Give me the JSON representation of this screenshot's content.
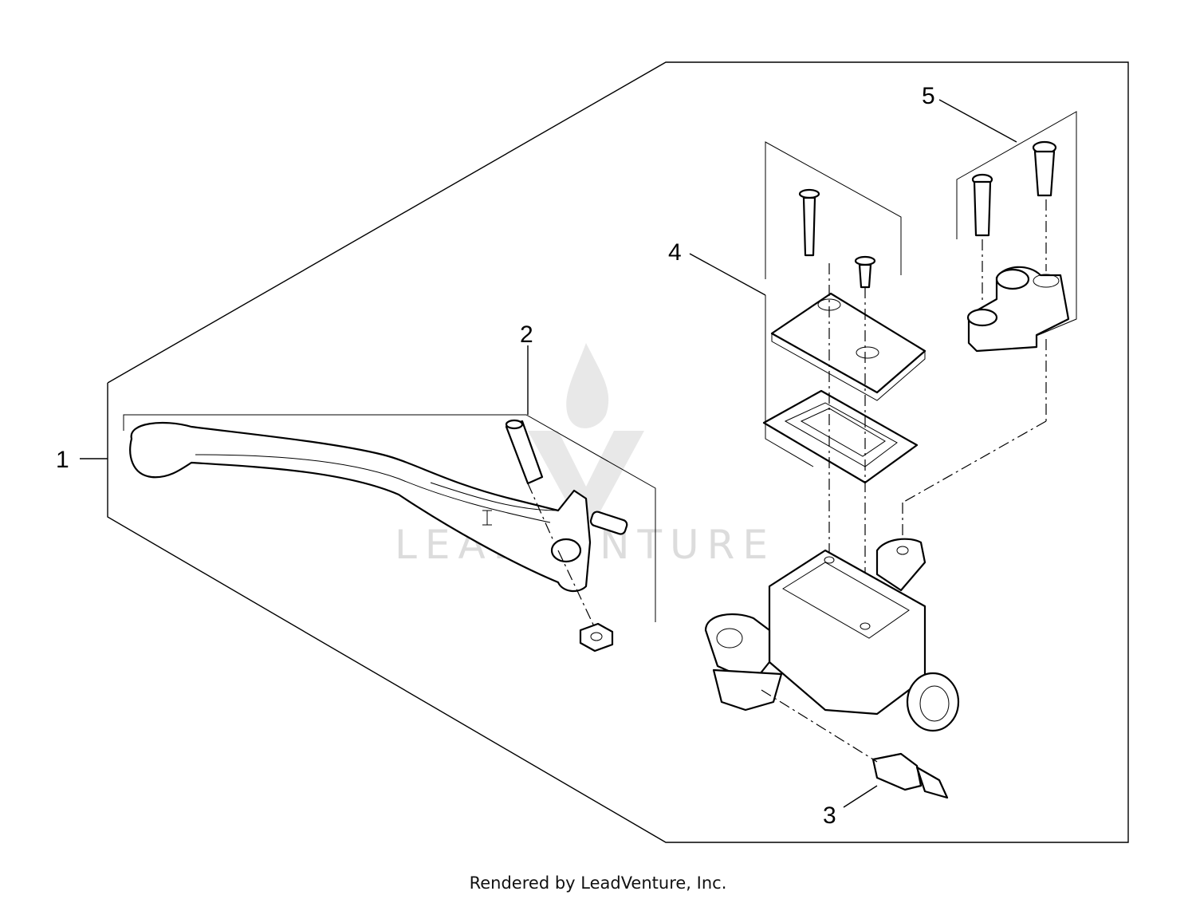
{
  "diagram": {
    "callouts": [
      {
        "id": "1",
        "label": "1"
      },
      {
        "id": "2",
        "label": "2"
      },
      {
        "id": "3",
        "label": "3"
      },
      {
        "id": "4",
        "label": "4"
      },
      {
        "id": "5",
        "label": "5"
      }
    ],
    "watermark": {
      "logo_text": "LEADVENTURE"
    }
  },
  "footer": {
    "text": "Rendered by LeadVenture, Inc."
  }
}
